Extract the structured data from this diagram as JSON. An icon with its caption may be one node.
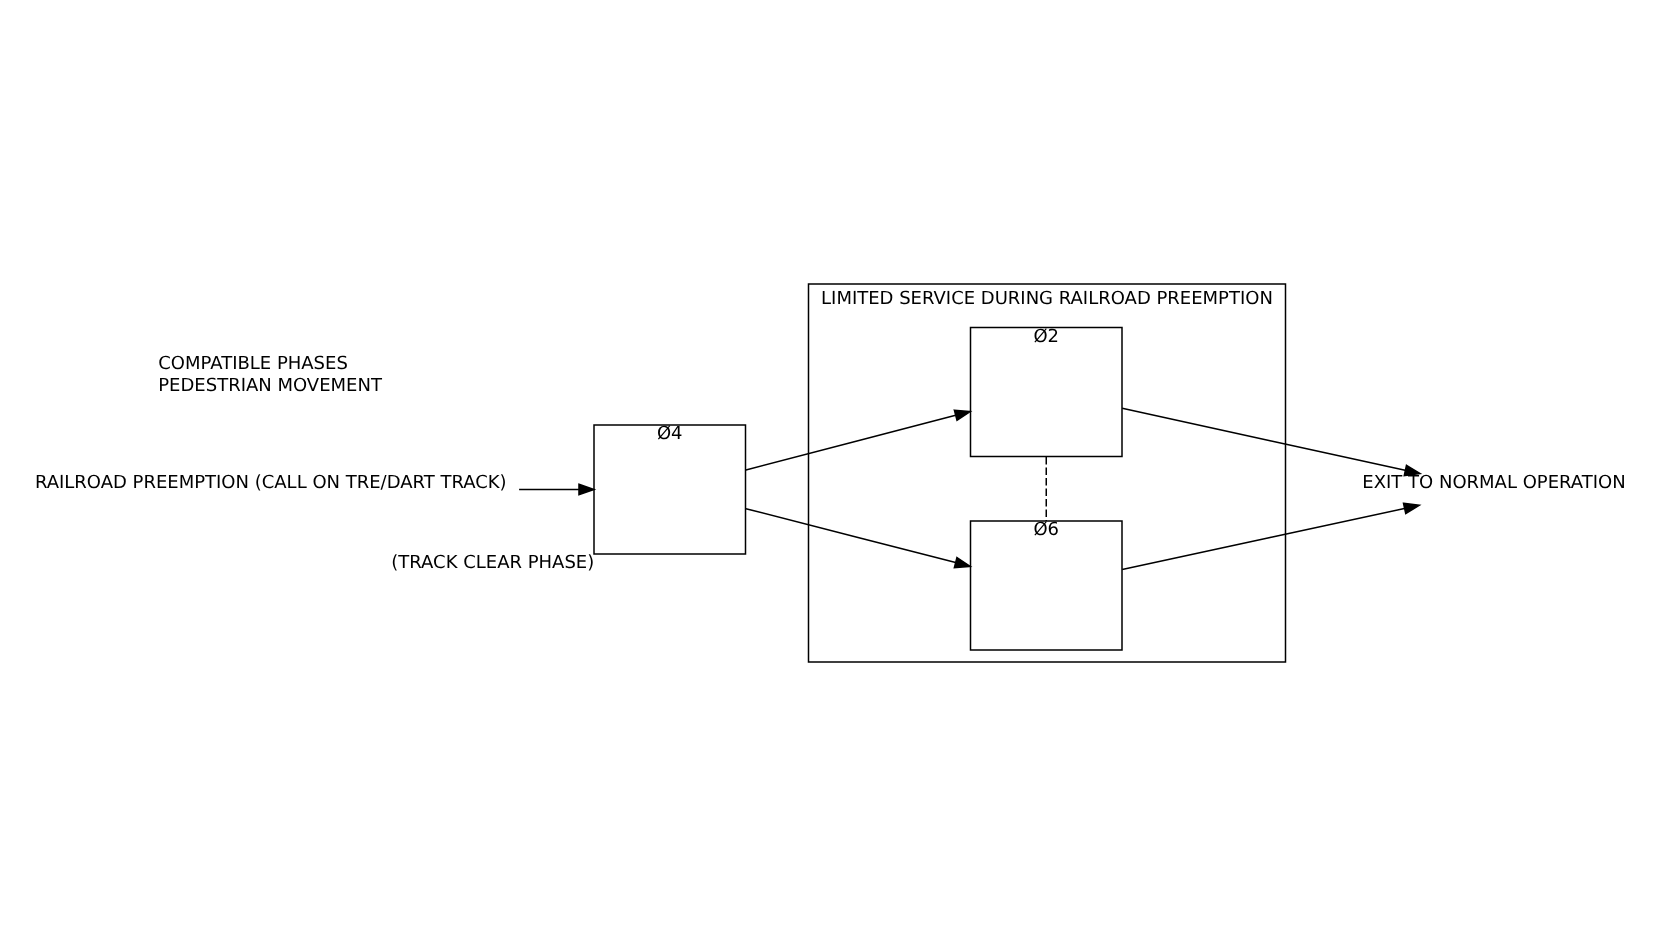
{
  "diagram": {
    "nodes": [
      {
        "text": [
          "RAILROAD PREEMPTION (CALL ON TRE/DART TRACK)"
        ]
      },
      {
        "text": [
          "Ø4"
        ],
        "beside": [
          "(TRACK CLEAR PHASE)"
        ]
      },
      {
        "text": [
          "LIMITED SERVICE DURING RAILROAD PREEMPTION"
        ]
      },
      {
        "text": [
          "Ø2"
        ],
        "in": 2
      },
      {
        "text": [
          "Ø6"
        ],
        "in": 2
      },
      {
        "text": [
          "EXIT TO NORMAL OPERATION"
        ]
      }
    ],
    "edges": [
      {
        "from": 0,
        "to": 1,
        "arrow": "to"
      },
      {
        "from": 1,
        "to": 3,
        "arrow": "to"
      },
      {
        "from": 1,
        "to": 4,
        "arrow": "to"
      },
      {
        "from": 3,
        "to": 4,
        "arrow": "none",
        "style": "dashed"
      },
      {
        "from": 3,
        "to": 5,
        "arrow": "to"
      },
      {
        "from": 4,
        "to": 5,
        "arrow": "to"
      }
    ],
    "legend": [
      {
        "text": "COMPATIBLE PHASES"
      },
      {
        "text": "PEDESTRIAN MOVEMENT"
      }
    ]
  }
}
